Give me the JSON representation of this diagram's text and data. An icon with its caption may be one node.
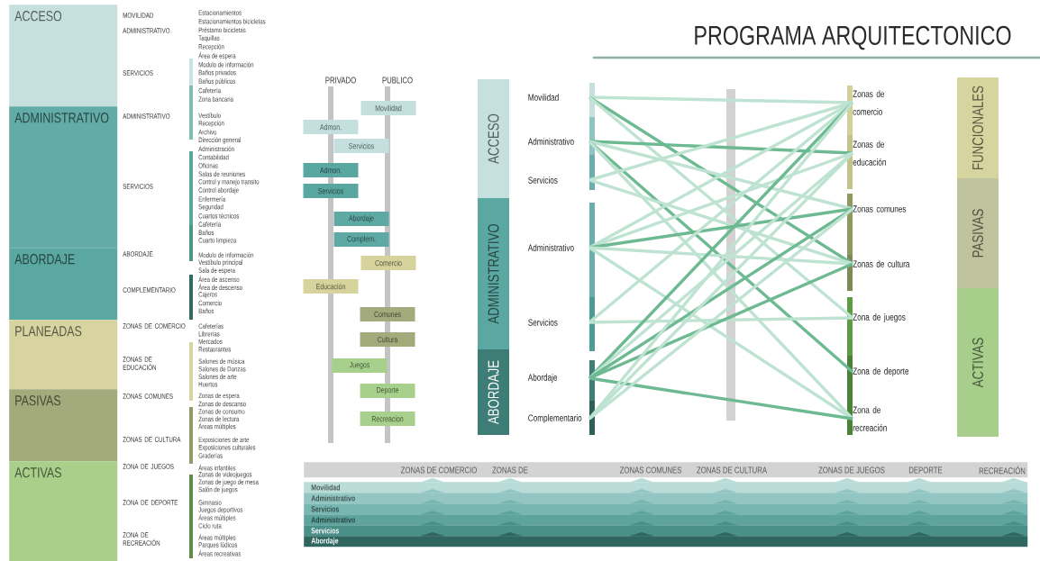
{
  "diagram": {
    "title": "PROGRAMA ARQUITECTONICO",
    "nodes": [
      {
        "text": [
          "ACCESO"
        ]
      },
      {
        "text": [
          "ADMINISTRATIVO"
        ]
      },
      {
        "text": [
          "ABORDAJE"
        ]
      },
      {
        "text": [
          "PLANEADAS"
        ]
      },
      {
        "text": [
          "PASIVAS"
        ]
      },
      {
        "text": [
          "ACTIVAS"
        ]
      },
      {
        "text": [
          "Movilidad"
        ]
      },
      {
        "text": [
          "Admon."
        ]
      },
      {
        "text": [
          "Servicios"
        ]
      },
      {
        "text": [
          "Admon."
        ]
      },
      {
        "text": [
          "Servicios"
        ]
      },
      {
        "text": [
          "Abordaje"
        ]
      },
      {
        "text": [
          "Complem."
        ]
      },
      {
        "text": [
          "Comercio"
        ]
      },
      {
        "text": [
          "Educación"
        ]
      },
      {
        "text": [
          "Comunes"
        ]
      },
      {
        "text": [
          "Cultura"
        ]
      },
      {
        "text": [
          "Juegos"
        ]
      },
      {
        "text": [
          "Deporte"
        ]
      },
      {
        "text": [
          "Recreacion"
        ]
      },
      {
        "text": [
          "ACCESO"
        ]
      },
      {
        "text": [
          "ADMINISTRATIVO"
        ]
      },
      {
        "text": [
          "ABORDAJE"
        ]
      },
      {
        "text": [
          "Movilidad"
        ]
      },
      {
        "text": [
          "Administrativo"
        ]
      },
      {
        "text": [
          "Servicios"
        ]
      },
      {
        "text": [
          "Administrativo"
        ]
      },
      {
        "text": [
          "Servicios"
        ]
      },
      {
        "text": [
          "Abordaje"
        ]
      },
      {
        "text": [
          "Complementario"
        ]
      },
      {
        "text": [
          "Zonas de comercio"
        ]
      },
      {
        "text": [
          "Zonas de educación"
        ]
      },
      {
        "text": [
          "Zonas comunes"
        ]
      },
      {
        "text": [
          "Zonas de cultura"
        ]
      },
      {
        "text": [
          "Zona de juegos"
        ]
      },
      {
        "text": [
          "Zona de deporte"
        ]
      },
      {
        "text": [
          "Zona de recreación"
        ]
      },
      {
        "text": [
          "FUNCIONALES"
        ]
      },
      {
        "text": [
          "PASIVAS"
        ]
      },
      {
        "text": [
          "ACTIVAS"
        ]
      },
      {
        "text": [
          "ZONAS DE COMERCIO",
          "ZONAS DE",
          "ZONAS COMUNES",
          "ZONAS DE CULTURA",
          "ZONAS DE JUEGOS",
          "DEPORTE",
          "RECREACIÓN"
        ]
      },
      {
        "text": [
          "Movilidad"
        ]
      },
      {
        "text": [
          "Administrativo"
        ]
      },
      {
        "text": [
          "Servicios"
        ]
      },
      {
        "text": [
          "Administrativo"
        ]
      },
      {
        "text": [
          "Servicios"
        ]
      },
      {
        "text": [
          "Abordaje"
        ]
      }
    ],
    "edges": [
      {
        "from": 23,
        "to": 30,
        "arrow": "none"
      },
      {
        "from": 23,
        "to": 33,
        "arrow": "none",
        "color": "#6dba92"
      },
      {
        "from": 23,
        "to": 34,
        "arrow": "none"
      },
      {
        "from": 24,
        "to": 31,
        "arrow": "none",
        "color": "#6dba92"
      },
      {
        "from": 24,
        "to": 32,
        "arrow": "none"
      },
      {
        "from": 24,
        "to": 35,
        "arrow": "none",
        "color": "#6dba92"
      },
      {
        "from": 24,
        "to": 36,
        "arrow": "none"
      },
      {
        "from": 25,
        "to": 30,
        "arrow": "none"
      },
      {
        "from": 25,
        "to": 33,
        "arrow": "none"
      },
      {
        "from": 26,
        "to": 30,
        "arrow": "none"
      },
      {
        "from": 26,
        "to": 31,
        "arrow": "none"
      },
      {
        "from": 26,
        "to": 32,
        "arrow": "none",
        "color": "#6dba92"
      },
      {
        "from": 26,
        "to": 33,
        "arrow": "none"
      },
      {
        "from": 26,
        "to": 36,
        "arrow": "none"
      },
      {
        "from": 27,
        "to": 30,
        "arrow": "none"
      },
      {
        "from": 27,
        "to": 34,
        "arrow": "none"
      },
      {
        "from": 28,
        "to": 30,
        "arrow": "none",
        "color": "#6dba92"
      },
      {
        "from": 28,
        "to": 31,
        "arrow": "none"
      },
      {
        "from": 28,
        "to": 32,
        "arrow": "none",
        "color": "#6dba92"
      },
      {
        "from": 28,
        "to": 33,
        "arrow": "none",
        "color": "#6dba92"
      },
      {
        "from": 28,
        "to": 36,
        "arrow": "none",
        "color": "#6dba92"
      },
      {
        "from": 29,
        "to": 30,
        "arrow": "none"
      },
      {
        "from": 29,
        "to": 31,
        "arrow": "none"
      },
      {
        "from": 29,
        "to": 32,
        "arrow": "none"
      }
    ],
    "labels": [
      "MOVILIDAD",
      "ADMINISTRATIVO",
      "SERVICIOS",
      "Estacionamientos",
      "Estacionamientos bicicletas",
      "Préstamo bicicletas",
      "Taquillas",
      "Recepción",
      "Área de espera",
      "Modulo de información",
      "Baños privados",
      "Baños públicos",
      "Cafetería",
      "Zona bancaria",
      "ADMINISTRATIVO",
      "SERVICIOS",
      "Vestíbulo",
      "Recepción",
      "Archivo",
      "Dirección general",
      "Administración",
      "Contabilidad",
      "Oficinas",
      "Salas de reuniones",
      "Control y manejo transito",
      "Control abordaje",
      "Enfermería",
      "Seguridad",
      "Cuartos técnicos",
      "Cafetería",
      "Baños",
      "Cuarto limpieza",
      "ABORDAJE",
      "COMPLEMENTARIO",
      "Modulo de información",
      "Vestíbulo principal",
      "Sala de espera",
      "Área de ascenso",
      "Área de descenso",
      "Cajeros",
      "Comercio",
      "Baños",
      "ZONAS DE COMERCIO",
      "Cafeterías",
      "Librerías",
      "Mercados",
      "Restaurantes",
      "ZONAS DE EDUCACIÓN",
      "Salones de música",
      "Salones de Danzas",
      "Salones de arte",
      "Huertos",
      "ZONAS COMUNES",
      "Zonas de espera",
      "Zonas de descanso",
      "Zonas de consumo",
      "Zonas de lectura",
      "Áreas múltiples",
      "ZONAS DE CULTURA",
      "Exposiciones de arte",
      "Exposiciones culturales",
      "Graderías",
      "ZONA DE JUEGOS",
      "Áreas infantiles",
      "Zonas de videojuegos",
      "Zonas de juego de mesa",
      "Salón de juegos",
      "ZONA DE DEPORTE",
      "Gimnasio",
      "Juegos deportivos",
      "Áreas múltiples",
      "Ciclo ruta",
      "ZONA DE RECREACIÓN",
      "Áreas múltiples",
      "Parques lúdicos",
      "Áreas recreativas",
      "PRIVADO",
      "PUBLICO"
    ]
  }
}
